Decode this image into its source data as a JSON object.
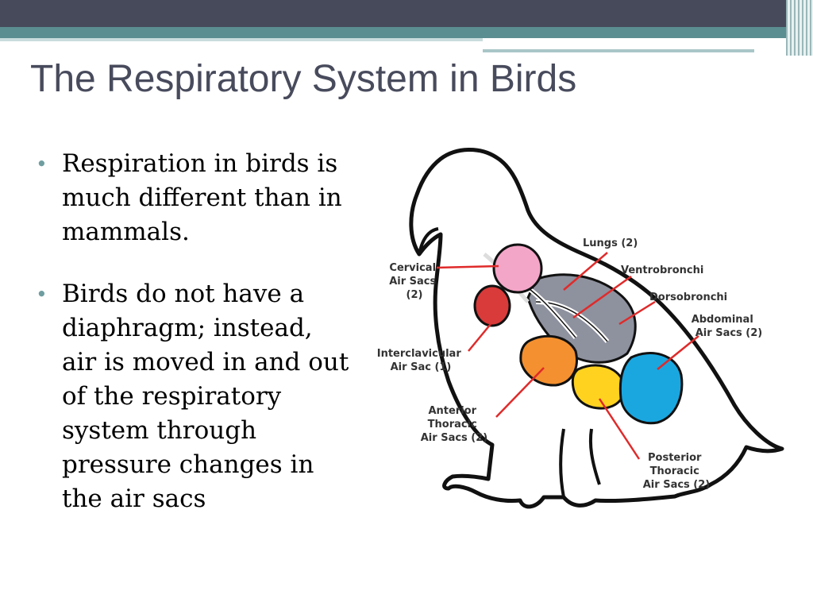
{
  "slide": {
    "title": "The Respiratory System in Birds",
    "bullets": [
      "Respiration in birds is much different than in mammals.",
      "Birds do not have a diaphragm; instead, air is moved in and out of the respiratory system through pressure changes in the air sacs"
    ]
  },
  "diagram": {
    "labels": {
      "lungs": "Lungs (2)",
      "cervical": [
        "Cervical",
        "Air Sacs",
        "(2)"
      ],
      "ventrobronchi": "Ventrobronchi",
      "dorsobronchi": "Dorsobronchi",
      "abdominal": [
        "Abdominal",
        "Air Sacs (2)"
      ],
      "interclavicular": [
        "Interclavicular",
        "Air Sac (1)"
      ],
      "anterior": [
        "Anterior",
        "Thoracic",
        "Air Sacs (2)"
      ],
      "posterior": [
        "Posterior",
        "Thoracic",
        "Air Sacs (2)"
      ]
    },
    "colors": {
      "cervical_sac": "#f4a6c8",
      "interclavicular_sac": "#d93a3a",
      "anterior_sac": "#f4902f",
      "posterior_sac": "#ffd21f",
      "abdominal_sac": "#1aa7e0",
      "lungs": "#8e919e",
      "leader_lines": "#e02a2a"
    }
  }
}
